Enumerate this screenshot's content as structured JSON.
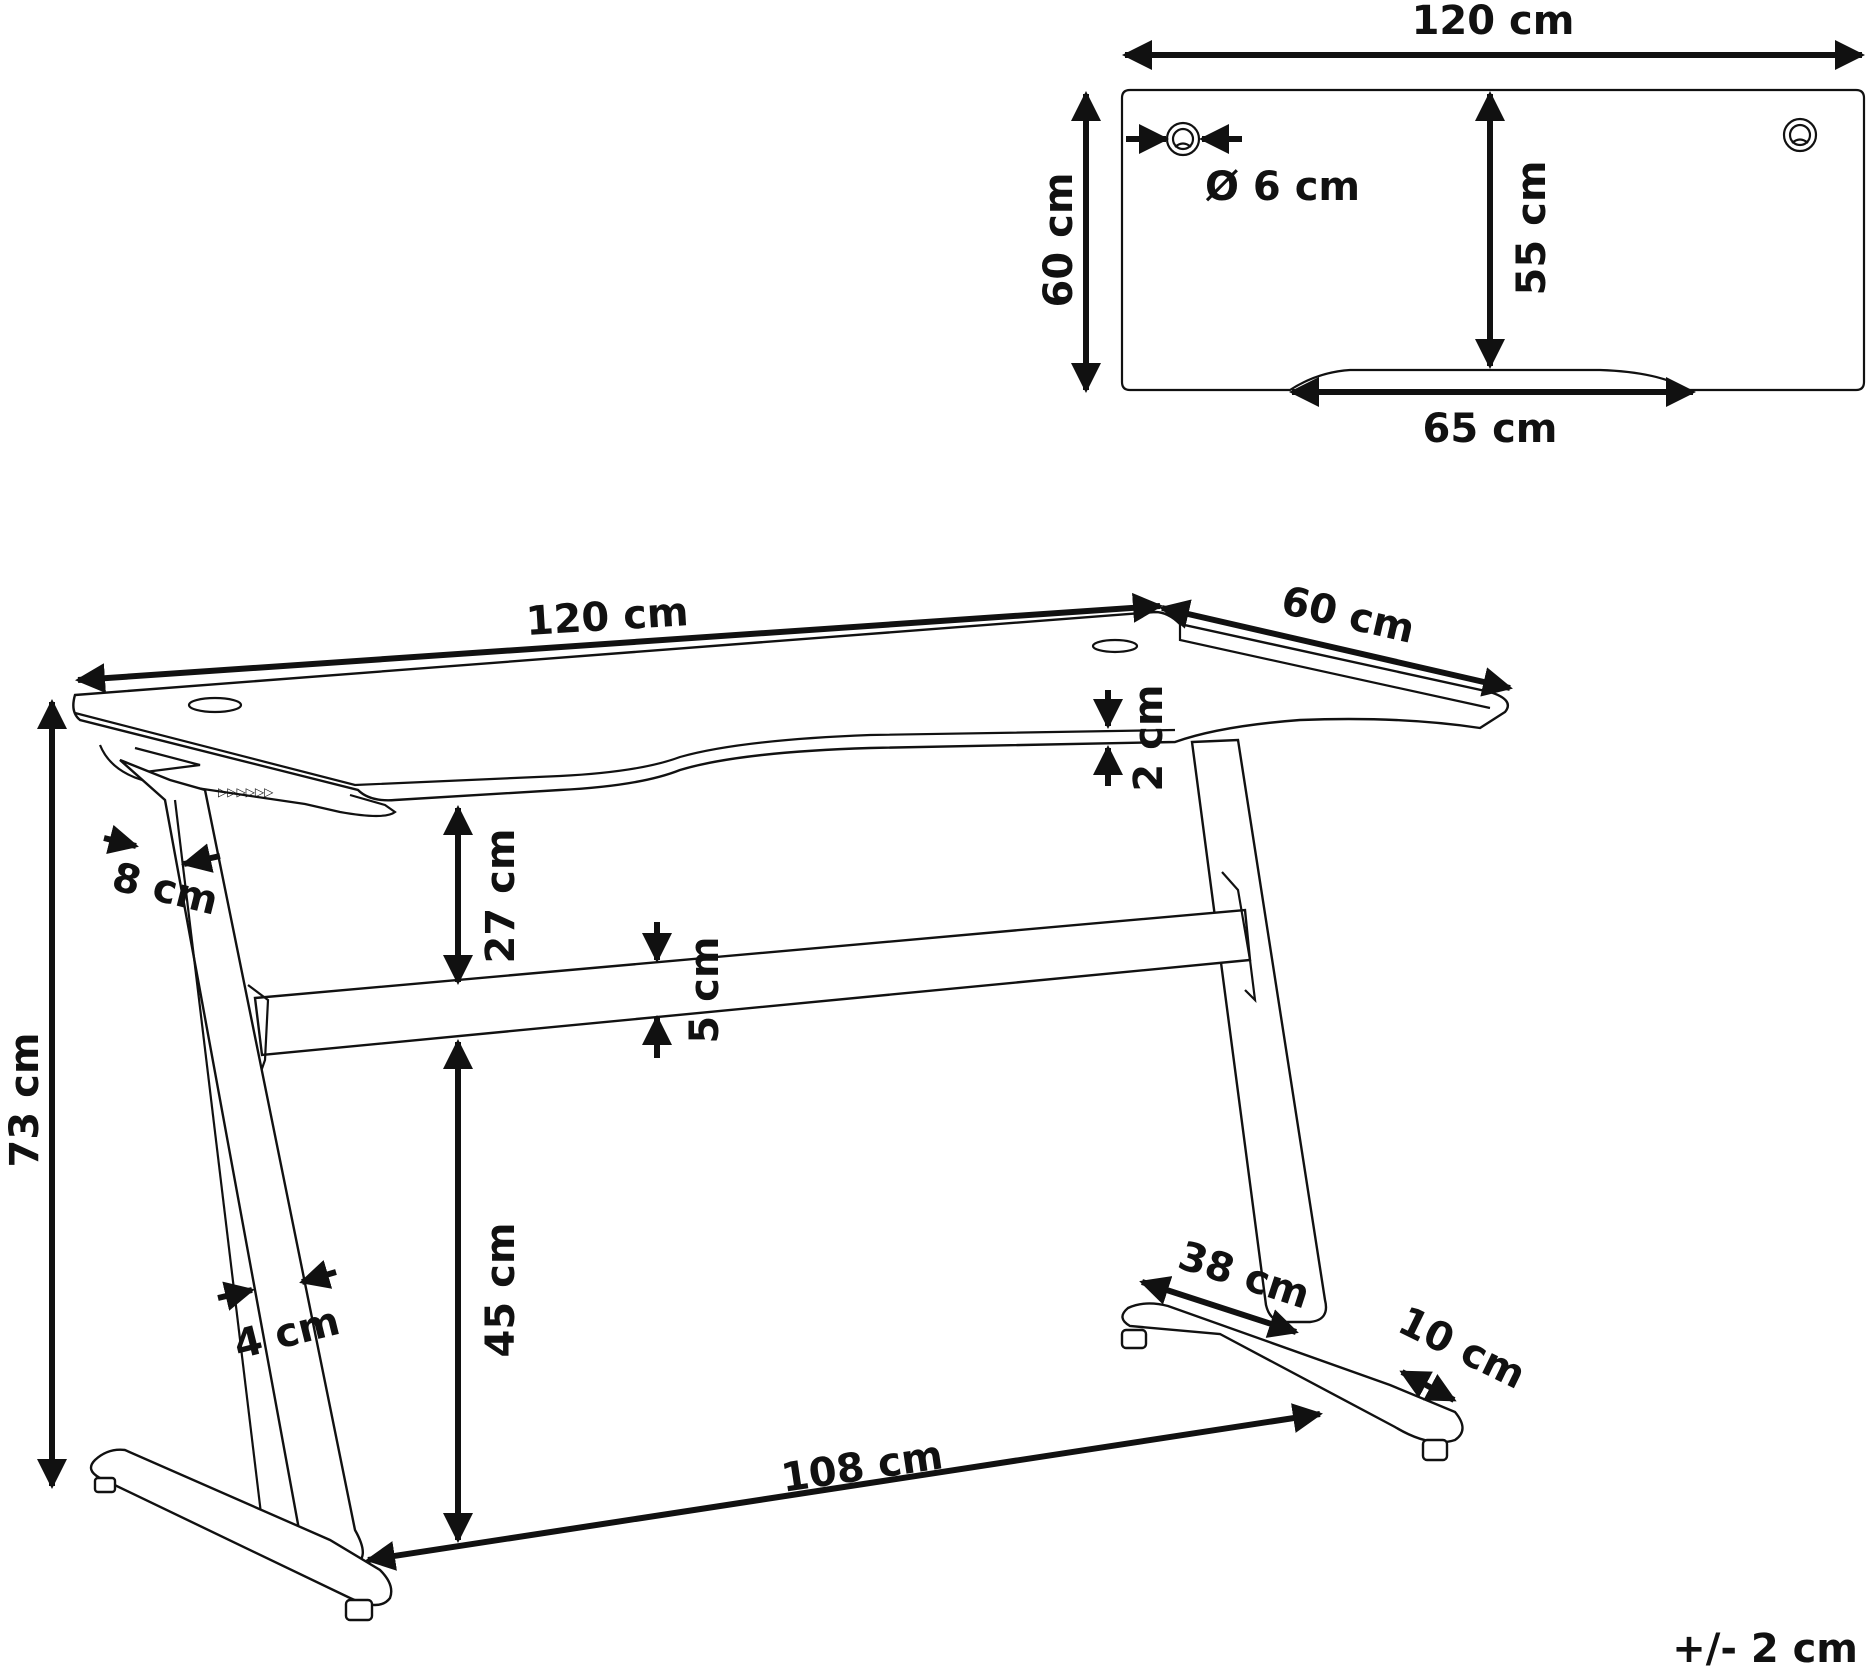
{
  "top_view": {
    "width_label": "120 cm",
    "depth_label": "60 cm",
    "hole_label": "Ø 6 cm",
    "inner_depth_label": "55 cm",
    "cutout_label": "65 cm"
  },
  "main_view": {
    "top_width_label": "120 cm",
    "top_depth_label": "60 cm",
    "height_label": "73 cm",
    "top_thickness_label": "2 cm",
    "leg_top_width_label": "8 cm",
    "under_top_label": "27 cm",
    "bar_height_label": "5 cm",
    "bar_to_floor_label": "45 cm",
    "leg_width_label": "4 cm",
    "foot_length_label": "38 cm",
    "foot_width_label": "10 cm",
    "foot_span_label": "108 cm"
  },
  "tolerance_label": "+/- 2 cm"
}
